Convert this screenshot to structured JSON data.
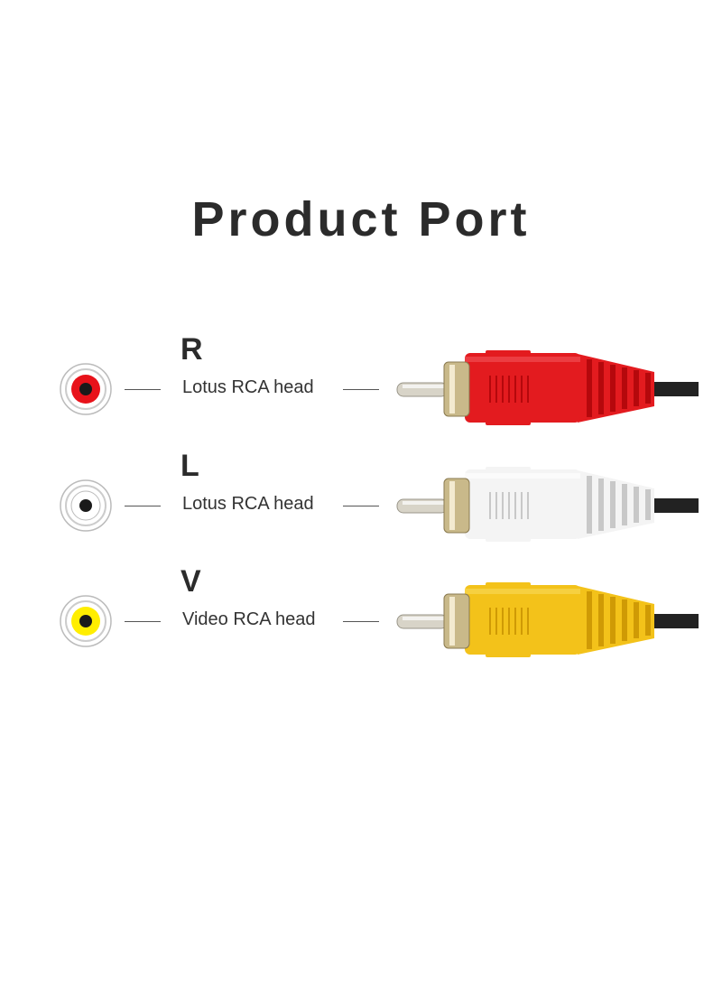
{
  "title": "Product Port",
  "rows": [
    {
      "letter": "R",
      "caption": "Lotus RCA head",
      "color": "#e31b1f",
      "dark": "#b5080c",
      "light": "#f2555a",
      "center": "#e8121a"
    },
    {
      "letter": "L",
      "caption": "Lotus RCA head",
      "color": "#f4f4f4",
      "dark": "#c8c8c8",
      "light": "#ffffff",
      "center": "#ffffff"
    },
    {
      "letter": "V",
      "caption": "Video RCA head",
      "color": "#f3c21a",
      "dark": "#cf9a05",
      "light": "#f8d85a",
      "center": "#ffee00"
    }
  ]
}
